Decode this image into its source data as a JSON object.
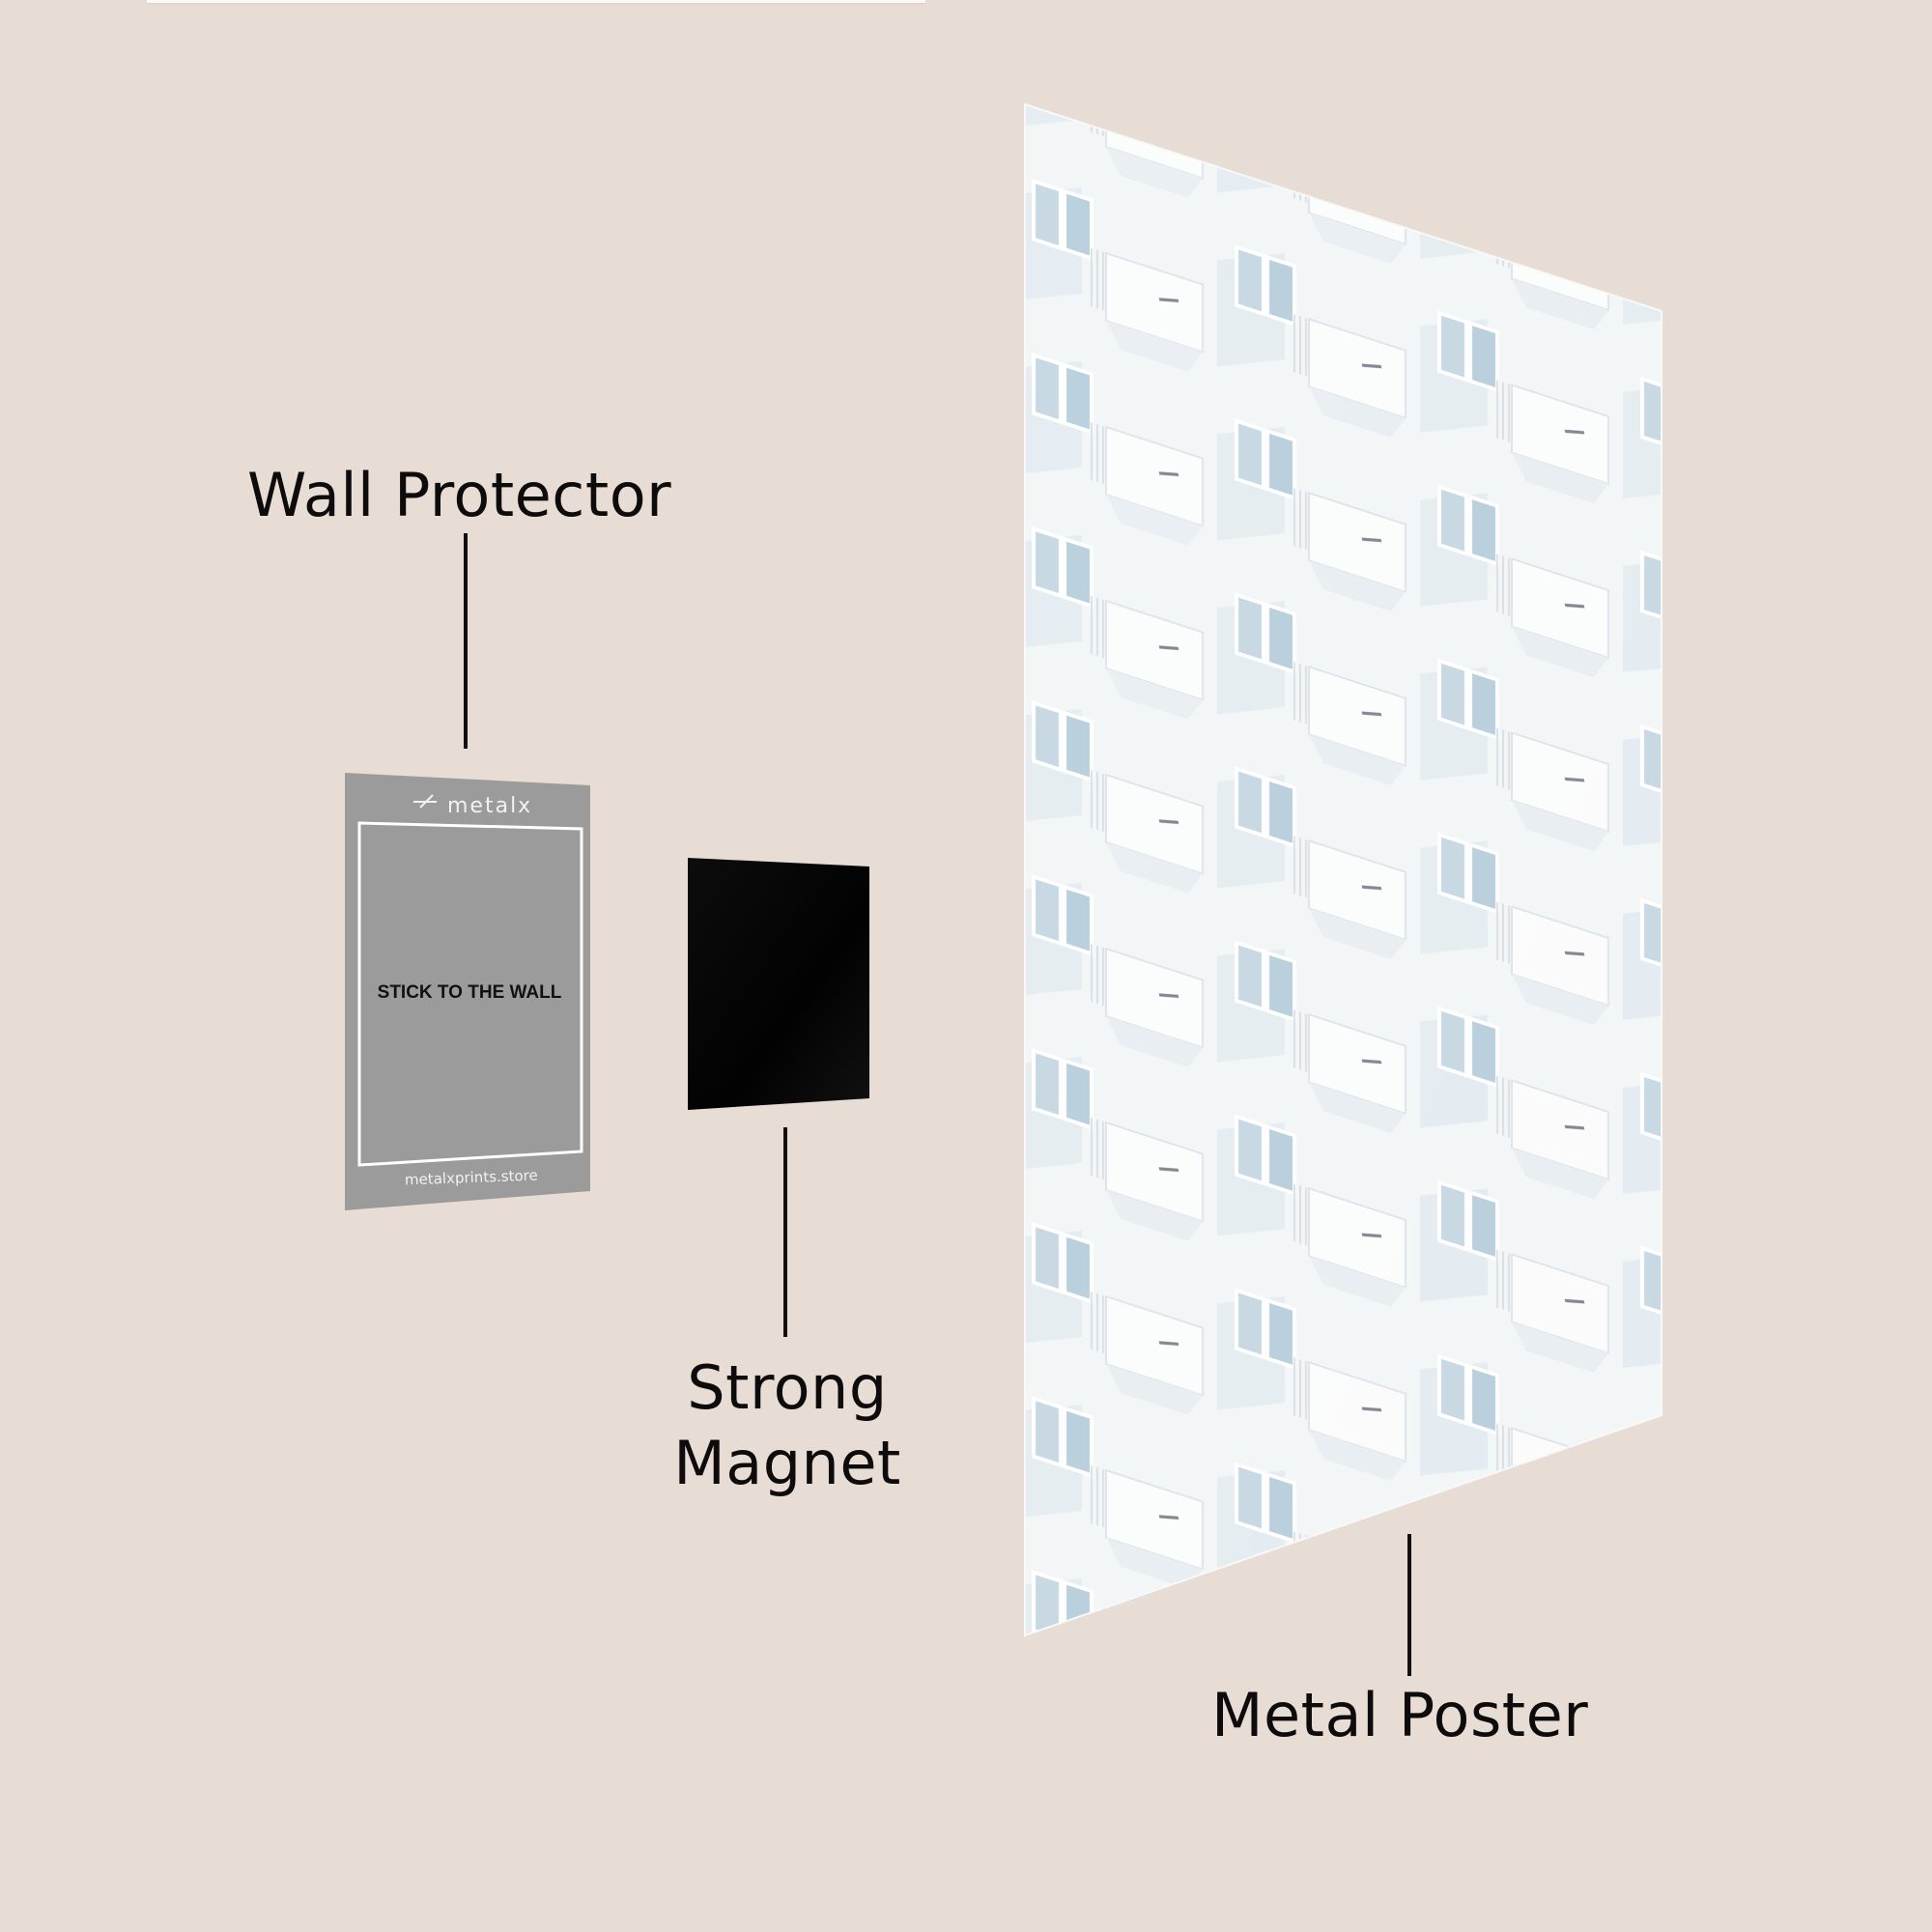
{
  "background_color": "#e8ddd5",
  "labels": {
    "wall_protector": "Wall Protector",
    "strong_magnet_line1": "Strong",
    "strong_magnet_line2": "Magnet",
    "metal_poster": "Metal Poster"
  },
  "wall_protector": {
    "brand": "metalx",
    "center_text": "STICK TO THE WALL",
    "footer_url": "metalxprints.store",
    "color": "#9b9b9b"
  },
  "magnet": {
    "color": "#050505"
  },
  "metal_poster": {
    "subject": "white apartment building facade with balconies",
    "sky_tint": "#bcd4e0",
    "wall_color": "#f4f6f7"
  }
}
